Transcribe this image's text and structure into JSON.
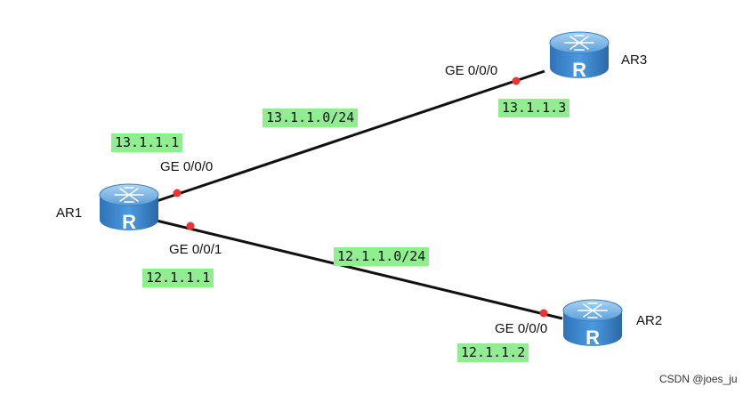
{
  "colors": {
    "link": "#111111",
    "port_dot": "#ee3333",
    "address_highlight": "#90ee90",
    "router_body": "#3a87cf",
    "router_top": "#7fb9e8"
  },
  "routers": {
    "ar1": {
      "name": "AR1",
      "glyph": "R",
      "icon": "router-icon"
    },
    "ar2": {
      "name": "AR2",
      "glyph": "R",
      "icon": "router-icon"
    },
    "ar3": {
      "name": "AR3",
      "glyph": "R",
      "icon": "router-icon"
    }
  },
  "ports": {
    "ar1_ge000": "GE 0/0/0",
    "ar1_ge001": "GE 0/0/1",
    "ar3_ge000": "GE 0/0/0",
    "ar2_ge000": "GE 0/0/0"
  },
  "addresses": {
    "ar1_ge000": "13.1.1.1",
    "ar1_ge001": "12.1.1.1",
    "ar3_ge000": "13.1.1.3",
    "ar2_ge000": "12.1.1.2"
  },
  "networks": {
    "ar1_ar3": "13.1.1.0/24",
    "ar1_ar2": "12.1.1.0/24"
  },
  "watermark": "CSDN @joes_ju"
}
